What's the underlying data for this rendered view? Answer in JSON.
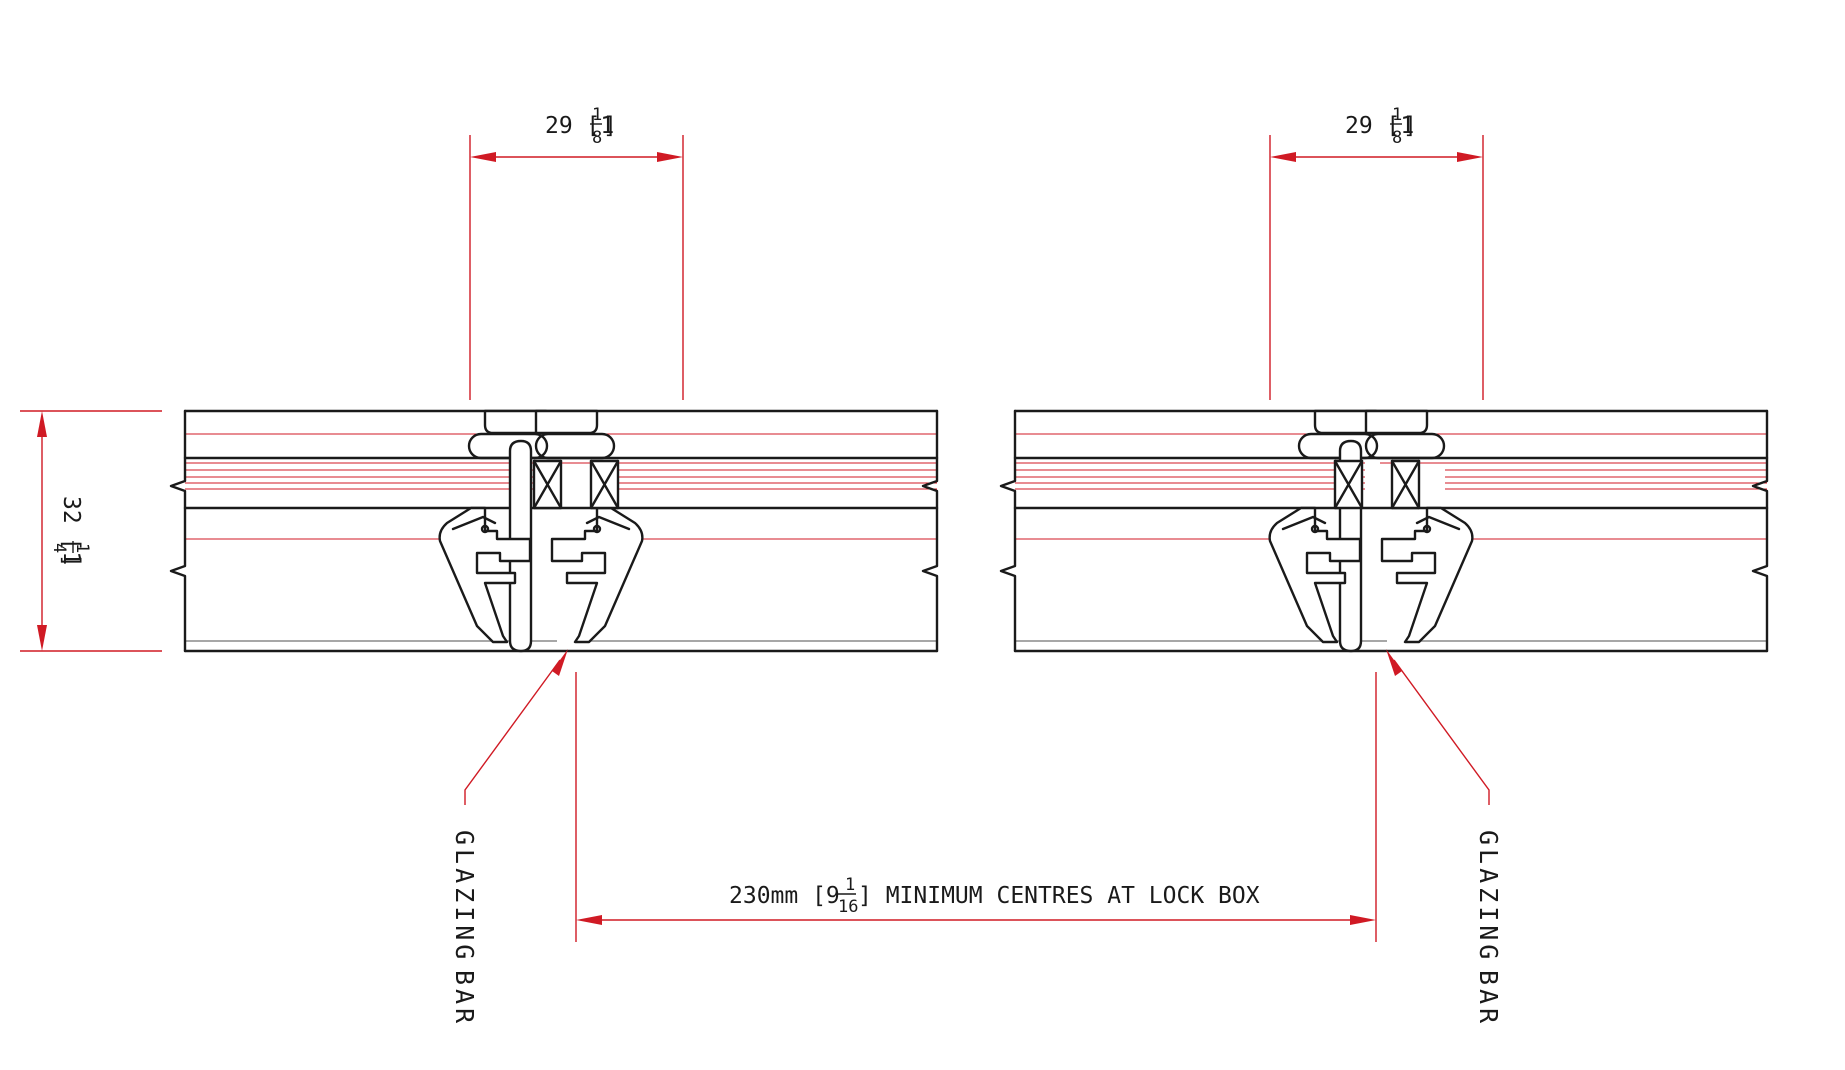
{
  "colors": {
    "outline": "#1a1a1a",
    "dimension_red": "#d01a24",
    "background": "#ffffff"
  },
  "dimensions": {
    "bar_width_left": {
      "whole": "29 [1",
      "num": "1",
      "den": "8",
      "close": "]"
    },
    "bar_width_right": {
      "whole": "29 [1",
      "num": "1",
      "den": "8",
      "close": "]"
    },
    "overall_height": {
      "whole": "32 [1",
      "num": "1",
      "den": "4",
      "close": "]"
    },
    "centres": {
      "prefix": "230mm [9",
      "num": "1",
      "den": "16",
      "suffix": "] MINIMUM CENTRES AT LOCK BOX"
    }
  },
  "labels": {
    "left_bar": {
      "line1": "GLAZING",
      "line2": "BAR"
    },
    "right_bar": {
      "line1": "GLAZING",
      "line2": "BAR"
    }
  }
}
